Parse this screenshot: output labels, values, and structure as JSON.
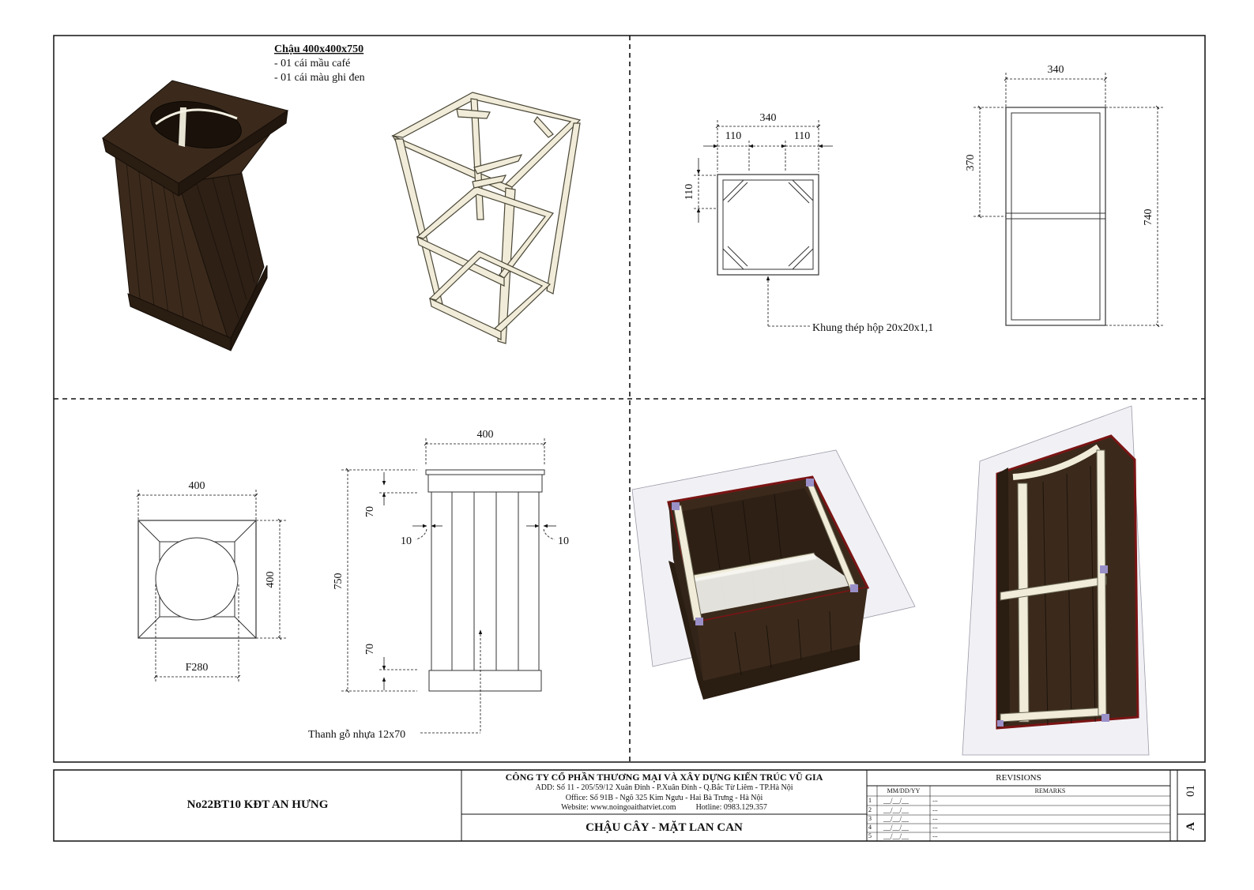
{
  "note": {
    "title": "Chậu 400x400x750",
    "line1": "- 01 cái mầu café",
    "line2": "- 01 cái màu ghi đen"
  },
  "frame_top": {
    "width": "340",
    "side_left": "110",
    "side_right": "110",
    "corner_left": "110",
    "label": "Khung thép hộp 20x20x1,1"
  },
  "frame_side": {
    "width": "340",
    "half_height": "370",
    "height": "740"
  },
  "pot_top": {
    "width": "400",
    "height": "400",
    "hole": "F280"
  },
  "pot_front": {
    "width": "400",
    "height": "750",
    "rim_top": "70",
    "rim_bottom": "70",
    "offset_left": "10",
    "offset_right": "10",
    "label": "Thanh gỗ nhựa 12x70"
  },
  "title_block": {
    "project": "No22BT10 KĐT AN HƯNG",
    "company": "CÔNG TY CỔ PHẦN THƯƠNG MẠI VÀ XÂY DỰNG KIẾN TRÚC VŨ GIA",
    "address": "ADD: Số 11 - 205/59/12 Xuân Đỉnh - P.Xuân Đỉnh - Q.Bắc Từ Liêm - TP.Hà Nội",
    "office": "Office: Số 91B - Ngõ 325 Kim Ngưu - Hai Bà Trưng - Hà Nội",
    "contact": "Website: www.noingoaithatviet.com          Hotline: 0983.129.357",
    "drawing_title": "CHẬU CÂY - MẶT LAN CAN",
    "revisions_label": "REVISIONS",
    "col_date": "MM/DD/YY",
    "col_remarks": "REMARKS",
    "rev_rows": [
      {
        "no": "1",
        "date": "__/__/__",
        "remark": "..."
      },
      {
        "no": "2",
        "date": "__/__/__",
        "remark": "..."
      },
      {
        "no": "3",
        "date": "__/__/__",
        "remark": "..."
      },
      {
        "no": "4",
        "date": "__/__/__",
        "remark": "..."
      },
      {
        "no": "5",
        "date": "__/__/__",
        "remark": "..."
      }
    ],
    "sheet_no": "01",
    "sheet_size": "A"
  },
  "colors": {
    "wood": "#3b2a1c",
    "wood_dark": "#2a1d12",
    "frame_fill": "#f0ecd9",
    "red_edge": "#b02020"
  }
}
